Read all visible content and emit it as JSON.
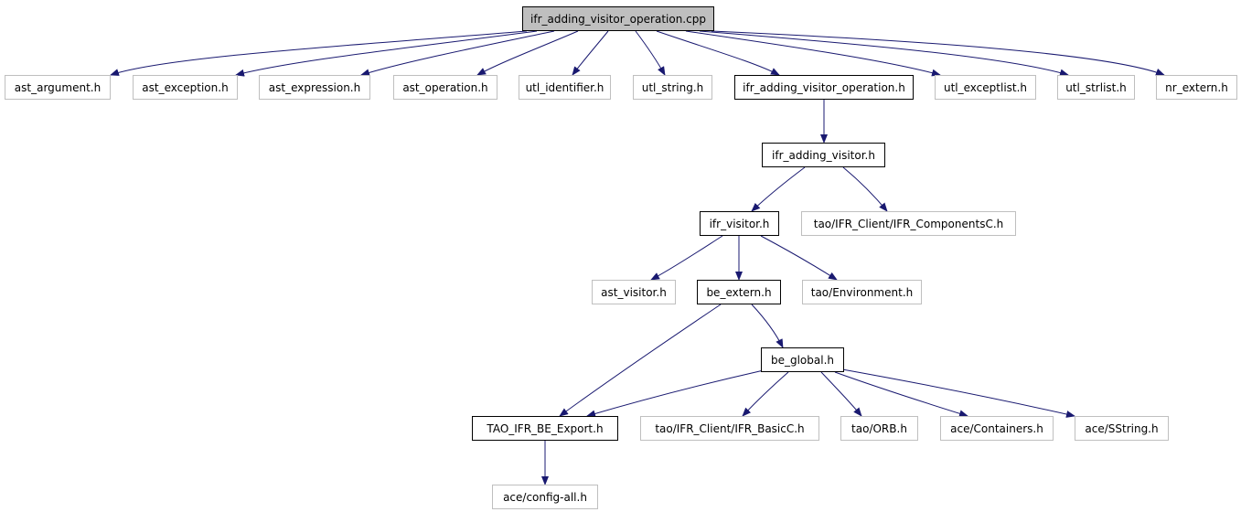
{
  "colors": {
    "edge": "#191970",
    "root_fill": "#bfbfbf",
    "dim_border": "#bfbfbf",
    "solid_border": "#000000"
  },
  "nodes": {
    "root": "ifr_adding_visitor_operation.cpp",
    "ast_argument": "ast_argument.h",
    "ast_exception": "ast_exception.h",
    "ast_expression": "ast_expression.h",
    "ast_operation": "ast_operation.h",
    "utl_identifier": "utl_identifier.h",
    "utl_string": "utl_string.h",
    "ifr_op_h": "ifr_adding_visitor_operation.h",
    "utl_exceptlist": "utl_exceptlist.h",
    "utl_strlist": "utl_strlist.h",
    "nr_extern": "nr_extern.h",
    "ifr_adding_visitor": "ifr_adding_visitor.h",
    "ifr_visitor": "ifr_visitor.h",
    "ifr_components": "tao/IFR_Client/IFR_ComponentsC.h",
    "ast_visitor": "ast_visitor.h",
    "be_extern": "be_extern.h",
    "environment": "tao/Environment.h",
    "be_global": "be_global.h",
    "be_export": "TAO_IFR_BE_Export.h",
    "ifr_basic": "tao/IFR_Client/IFR_BasicC.h",
    "orb": "tao/ORB.h",
    "containers": "ace/Containers.h",
    "sstring": "ace/SString.h",
    "config_all": "ace/config-all.h"
  }
}
